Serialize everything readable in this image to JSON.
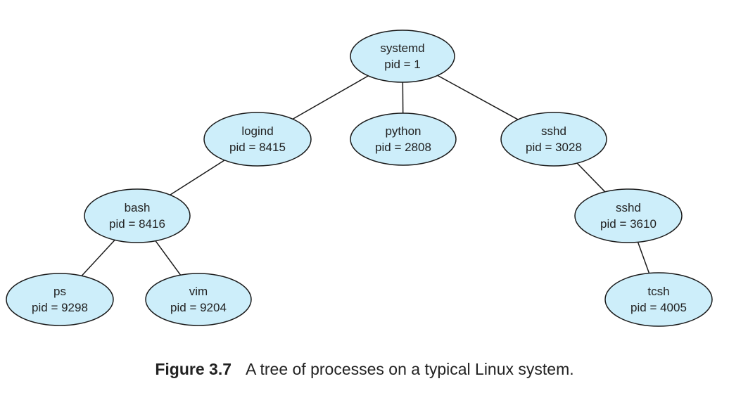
{
  "colors": {
    "node_fill": "#cdeefa",
    "stroke": "#1a1a1a",
    "text": "#222222"
  },
  "nodes": [
    {
      "id": "systemd",
      "name": "systemd",
      "pid": "pid = 1"
    },
    {
      "id": "logind",
      "name": "logind",
      "pid": "pid = 8415"
    },
    {
      "id": "python",
      "name": "python",
      "pid": "pid = 2808"
    },
    {
      "id": "sshd-3028",
      "name": "sshd",
      "pid": "pid = 3028"
    },
    {
      "id": "bash",
      "name": "bash",
      "pid": "pid = 8416"
    },
    {
      "id": "sshd-3610",
      "name": "sshd",
      "pid": "pid = 3610"
    },
    {
      "id": "ps",
      "name": "ps",
      "pid": "pid = 9298"
    },
    {
      "id": "vim",
      "name": "vim",
      "pid": "pid = 9204"
    },
    {
      "id": "tcsh",
      "name": "tcsh",
      "pid": "pid = 4005"
    }
  ],
  "edges": [
    [
      "systemd",
      "logind"
    ],
    [
      "systemd",
      "python"
    ],
    [
      "systemd",
      "sshd-3028"
    ],
    [
      "logind",
      "bash"
    ],
    [
      "bash",
      "ps"
    ],
    [
      "bash",
      "vim"
    ],
    [
      "sshd-3028",
      "sshd-3610"
    ],
    [
      "sshd-3610",
      "tcsh"
    ]
  ],
  "caption": {
    "label": "Figure 3.7",
    "text": "A tree of processes on a typical Linux system."
  }
}
